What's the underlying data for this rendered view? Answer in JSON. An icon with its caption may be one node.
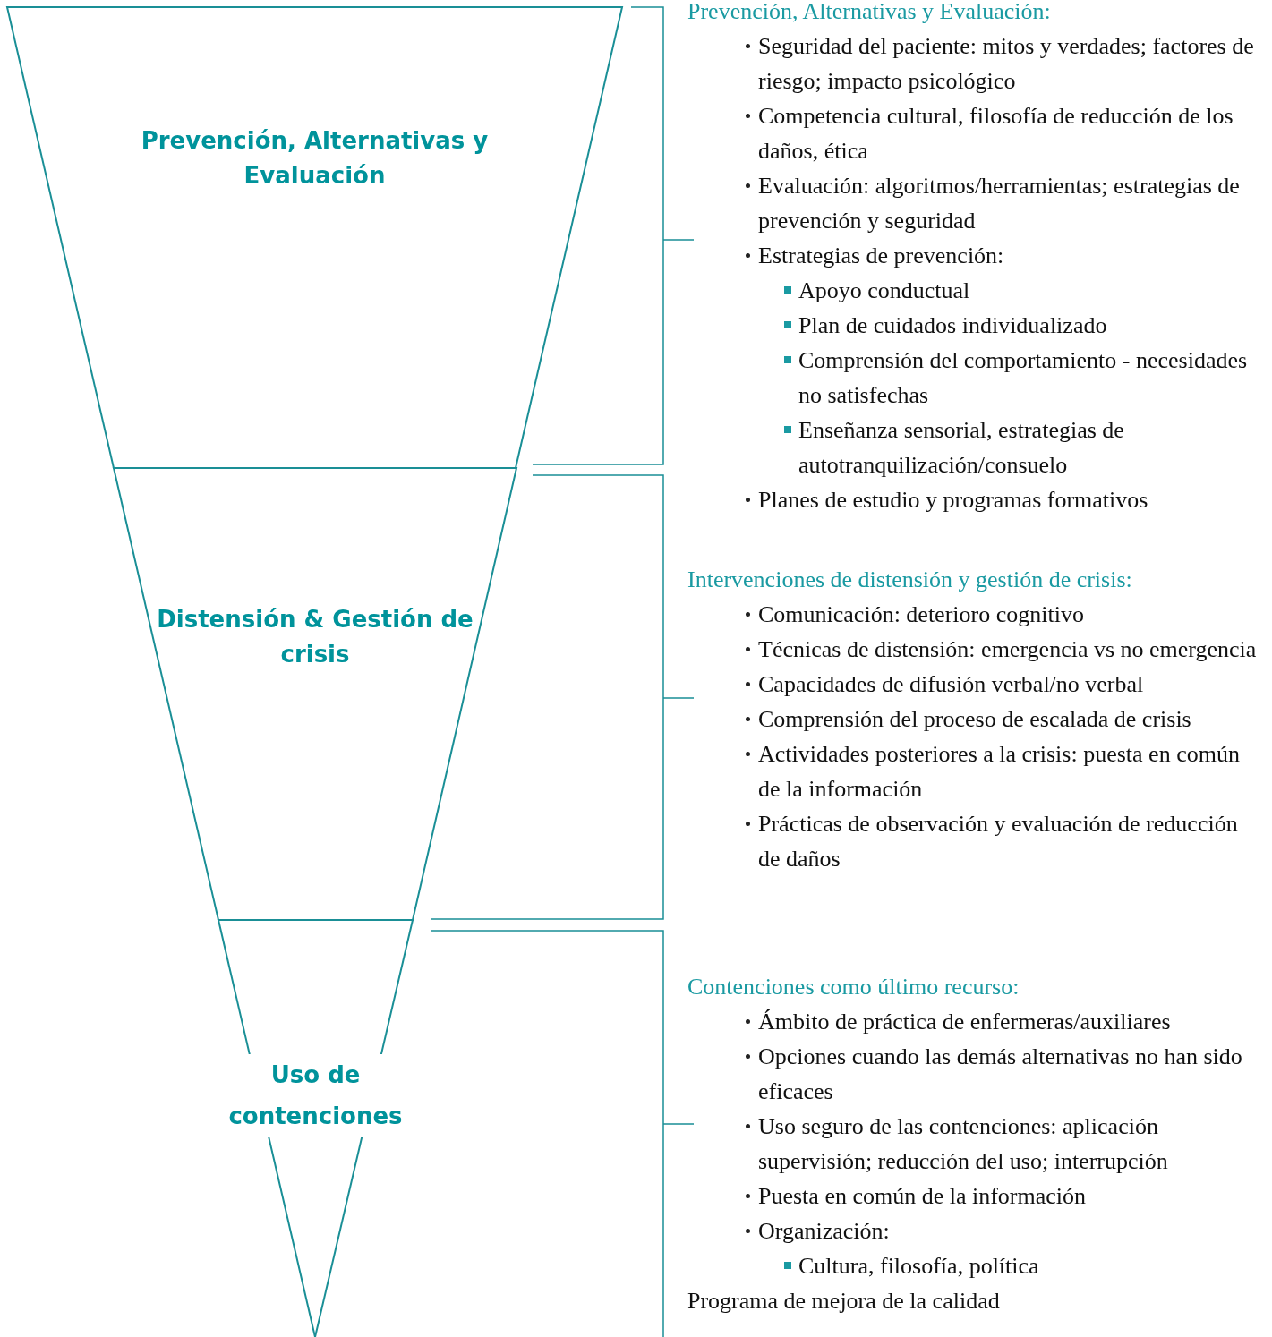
{
  "diagram": {
    "nodes": [
      {
        "text": [
          "Prevención, Alternativas y Evaluación"
        ]
      },
      {
        "text": [
          "Distensión & Gestión de crisis"
        ]
      },
      {
        "text": [
          "Uso de contenciones"
        ]
      }
    ],
    "labels": [
      "Prevención, Alternativas y Evaluación:",
      "Seguridad del paciente: mitos y verdades; factores de riesgo; impacto psicológico",
      "Competencia cultural, filosofía de reducción de los daños, ética",
      "Evaluación: algoritmos/herramientas; estrategias de prevención y seguridad",
      "Estrategias de prevención:",
      "Apoyo conductual",
      "Plan de cuidados individualizado",
      "Comprensión del comportamiento - necesidades no satisfechas",
      "Enseñanza sensorial, estrategias de autotranquilización/consuelo",
      "Planes de estudio y programas formativos",
      "Intervenciones de distensión y gestión de crisis:",
      "Comunicación: deterioro cognitivo",
      "Técnicas de distensión: emergencia vs no emergencia",
      "Capacidades de difusión verbal/no verbal",
      "Comprensión del proceso de escalada de crisis",
      "Actividades posteriores a la crisis: puesta en común de la información",
      "Prácticas de observación y evaluación de reducción de daños",
      "Contenciones como último recurso:",
      "Ámbito de práctica de enfermeras/auxiliares",
      "Opciones cuando las demás alternativas no han sido eficaces",
      "Uso seguro de las contenciones: aplicación supervisión; reducción del uso; interrupción",
      "Puesta en común de la información",
      "Organización:",
      "Cultura, filosofía, política",
      "Programa de mejora de la calidad"
    ]
  }
}
